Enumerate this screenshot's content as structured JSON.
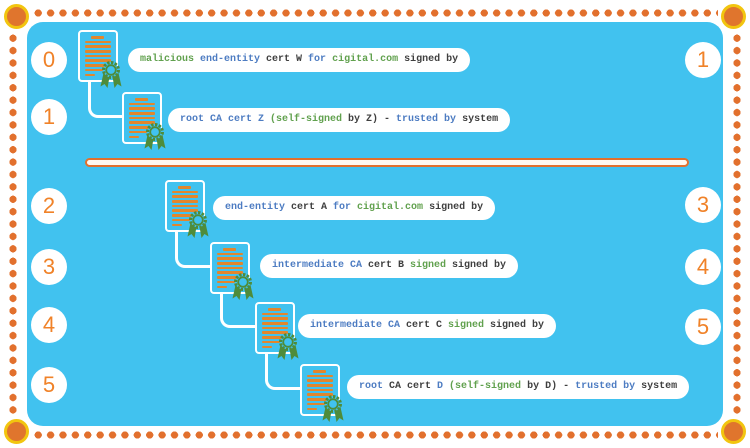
{
  "diagram": {
    "type": "certificate-chain-comparison",
    "colors": {
      "panel_blue": "#41C2EF",
      "accent_orange": "#E2702D",
      "badge_number_orange": "#F08228",
      "corner_ring_yellow": "#F2C50F",
      "cert_line_orange": "#E2862C",
      "seal_green": "#4E8C3B",
      "text_blue": "#4D7CC2",
      "text_green": "#61A14E",
      "text_dark": "#3F3F3F"
    },
    "rows": [
      {
        "left_badge": "0",
        "right_badge": "1",
        "icon": "certificate-with-ribbon-seal",
        "segments": [
          {
            "text": "malicious ",
            "c": "green"
          },
          {
            "text": "end-entity ",
            "c": "blue"
          },
          {
            "text": "cert W ",
            "c": "dark"
          },
          {
            "text": "for ",
            "c": "blue"
          },
          {
            "text": "cigital.com ",
            "c": "green"
          },
          {
            "text": "signed by",
            "c": "dark"
          }
        ]
      },
      {
        "left_badge": "1",
        "right_badge": null,
        "icon": "certificate-with-ribbon-seal",
        "segments": [
          {
            "text": "root CA cert Z ",
            "c": "blue"
          },
          {
            "text": "(self-signed ",
            "c": "green"
          },
          {
            "text": "by Z) - ",
            "c": "dark"
          },
          {
            "text": "trusted by ",
            "c": "blue"
          },
          {
            "text": "system",
            "c": "dark"
          }
        ]
      },
      {
        "left_badge": "2",
        "right_badge": "3",
        "icon": "certificate-with-ribbon-seal",
        "segments": [
          {
            "text": "end-entity ",
            "c": "blue"
          },
          {
            "text": "cert A ",
            "c": "dark"
          },
          {
            "text": "for ",
            "c": "blue"
          },
          {
            "text": "cigital.com ",
            "c": "green"
          },
          {
            "text": "signed by",
            "c": "dark"
          }
        ]
      },
      {
        "left_badge": "3",
        "right_badge": "4",
        "icon": "certificate-with-ribbon-seal",
        "segments": [
          {
            "text": "intermediate CA ",
            "c": "blue"
          },
          {
            "text": "cert B ",
            "c": "dark"
          },
          {
            "text": "signed ",
            "c": "green"
          },
          {
            "text": "signed by",
            "c": "dark"
          }
        ]
      },
      {
        "left_badge": "4",
        "right_badge": "5",
        "icon": "certificate-with-ribbon-seal",
        "segments": [
          {
            "text": "intermediate CA ",
            "c": "blue"
          },
          {
            "text": "cert C ",
            "c": "dark"
          },
          {
            "text": "signed ",
            "c": "green"
          },
          {
            "text": "signed by",
            "c": "dark"
          }
        ]
      },
      {
        "left_badge": "5",
        "right_badge": null,
        "icon": "certificate-with-ribbon-seal",
        "segments": [
          {
            "text": "root ",
            "c": "blue"
          },
          {
            "text": "CA cert ",
            "c": "dark"
          },
          {
            "text": "D ",
            "c": "blue"
          },
          {
            "text": "(self-signed ",
            "c": "green"
          },
          {
            "text": "by D) - ",
            "c": "dark"
          },
          {
            "text": "trusted by ",
            "c": "blue"
          },
          {
            "text": "system",
            "c": "dark"
          }
        ]
      }
    ]
  }
}
